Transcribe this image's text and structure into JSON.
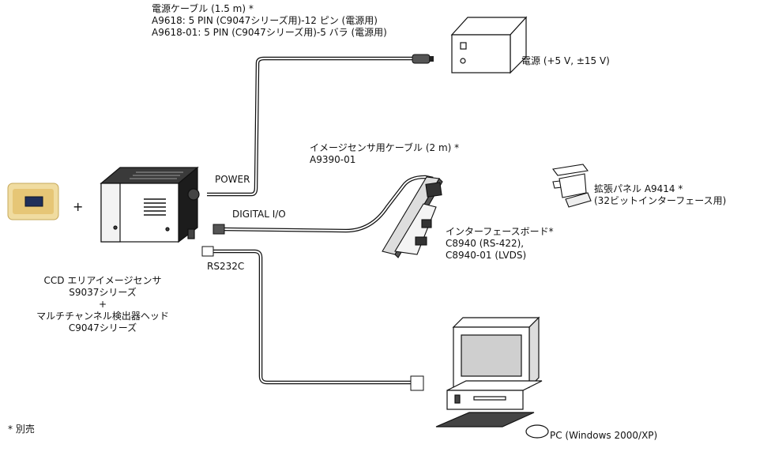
{
  "labels": {
    "power_cable": [
      "電源ケーブル (1.5 m) *",
      "A9618: 5 PIN (C9047シリーズ用)-12 ピン (電源用)",
      "A9618-01: 5 PIN (C9047シリーズ用)-5 バラ (電源用)"
    ],
    "power_supply": "電源 (+5 V, ±15 V)",
    "image_sensor_cable": [
      "イメージセンサ用ケーブル (2 m) *",
      "A9390-01"
    ],
    "expansion_panel": [
      "拡張パネル A9414 *",
      "(32ビットインターフェース用)"
    ],
    "power_port": "POWER",
    "digital_io": "DIGITAL I/O",
    "interface_board": [
      "インターフェースボード*",
      "C8940 (RS-422),",
      "C8940-01 (LVDS)"
    ],
    "rs232c": "RS232C",
    "sensor_head": [
      "CCD エリアイメージセンサ",
      "S9037シリーズ",
      "+",
      "マルチチャンネル検出器ヘッド",
      "C9047シリーズ"
    ],
    "plus": "+",
    "pc": "PC (Windows 2000/XP)",
    "footnote": "* 別売"
  }
}
